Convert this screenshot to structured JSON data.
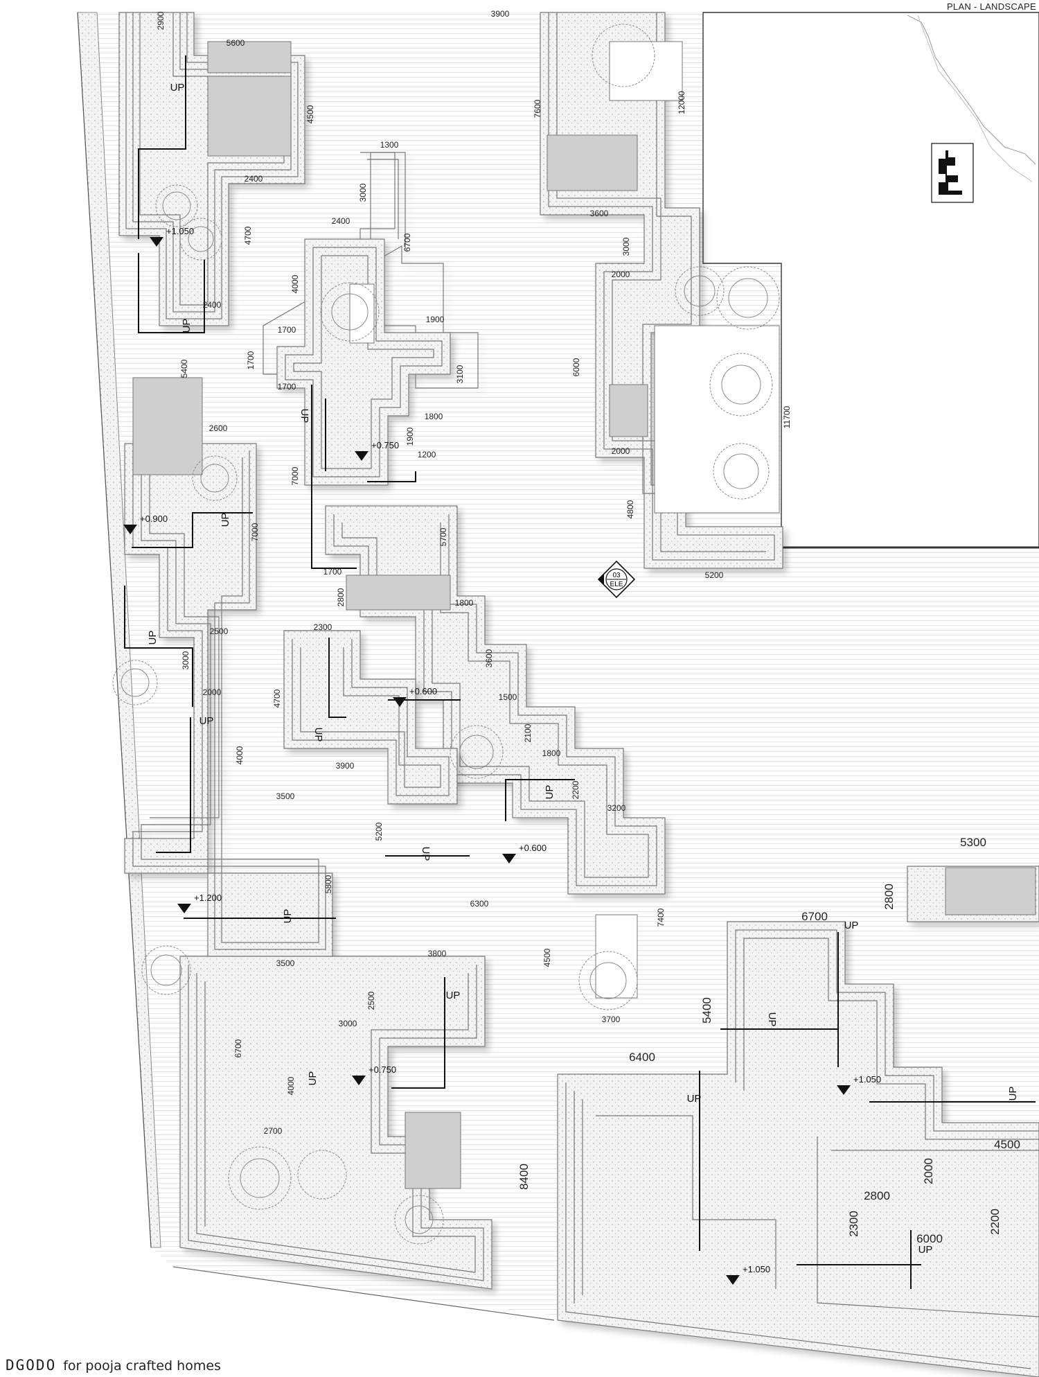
{
  "sheet": {
    "title": "PLAN - LANDSCAPE"
  },
  "footer": {
    "logo": "DGODO",
    "credit": "for  pooja crafted homes"
  },
  "elevation_marker": {
    "number": "03",
    "label": "ELE"
  },
  "dimensions": [
    {
      "id": "d1",
      "text": "3900"
    },
    {
      "id": "d2",
      "text": "2900"
    },
    {
      "id": "d3",
      "text": "5600"
    },
    {
      "id": "d4",
      "text": "4500"
    },
    {
      "id": "d5",
      "text": "2400"
    },
    {
      "id": "d6",
      "text": "4700"
    },
    {
      "id": "d7",
      "text": "2400"
    },
    {
      "id": "d8",
      "text": "5400"
    },
    {
      "id": "d9",
      "text": "2600"
    },
    {
      "id": "d10",
      "text": "7000"
    },
    {
      "id": "d11",
      "text": "2500"
    },
    {
      "id": "d12",
      "text": "3000"
    },
    {
      "id": "d13",
      "text": "2000"
    },
    {
      "id": "d14",
      "text": "4000"
    },
    {
      "id": "d15",
      "text": "3500"
    },
    {
      "id": "d16",
      "text": "5800"
    },
    {
      "id": "d17",
      "text": "3500"
    },
    {
      "id": "d18",
      "text": "6700"
    },
    {
      "id": "d19",
      "text": "2700"
    },
    {
      "id": "d20",
      "text": "1300"
    },
    {
      "id": "d21",
      "text": "3000"
    },
    {
      "id": "d22",
      "text": "2400"
    },
    {
      "id": "d23",
      "text": "6700"
    },
    {
      "id": "d24",
      "text": "4000"
    },
    {
      "id": "d25",
      "text": "1900"
    },
    {
      "id": "d26",
      "text": "1700"
    },
    {
      "id": "d27",
      "text": "1700"
    },
    {
      "id": "d28",
      "text": "1700"
    },
    {
      "id": "d29",
      "text": "3100"
    },
    {
      "id": "d30",
      "text": "1800"
    },
    {
      "id": "d31",
      "text": "1900"
    },
    {
      "id": "d32",
      "text": "1200"
    },
    {
      "id": "d33",
      "text": "7000"
    },
    {
      "id": "d34",
      "text": "5700"
    },
    {
      "id": "d35",
      "text": "1700"
    },
    {
      "id": "d36",
      "text": "2800"
    },
    {
      "id": "d37",
      "text": "1800"
    },
    {
      "id": "d38",
      "text": "2300"
    },
    {
      "id": "d39",
      "text": "4700"
    },
    {
      "id": "d40",
      "text": "3600"
    },
    {
      "id": "d41",
      "text": "1500"
    },
    {
      "id": "d42",
      "text": "2100"
    },
    {
      "id": "d43",
      "text": "1800"
    },
    {
      "id": "d44",
      "text": "3900"
    },
    {
      "id": "d45",
      "text": "2200"
    },
    {
      "id": "d46",
      "text": "5200"
    },
    {
      "id": "d47",
      "text": "3200"
    },
    {
      "id": "d48",
      "text": "6300"
    },
    {
      "id": "d49",
      "text": "7400"
    },
    {
      "id": "d50",
      "text": "4500"
    },
    {
      "id": "d51",
      "text": "3700"
    },
    {
      "id": "d52",
      "text": "3800"
    },
    {
      "id": "d53",
      "text": "2500"
    },
    {
      "id": "d54",
      "text": "3000"
    },
    {
      "id": "d55",
      "text": "4000"
    },
    {
      "id": "d56",
      "text": "7600"
    },
    {
      "id": "d57",
      "text": "12000"
    },
    {
      "id": "d58",
      "text": "3600"
    },
    {
      "id": "d59",
      "text": "3000"
    },
    {
      "id": "d60",
      "text": "2000"
    },
    {
      "id": "d61",
      "text": "6000"
    },
    {
      "id": "d62",
      "text": "2000"
    },
    {
      "id": "d63",
      "text": "11700"
    },
    {
      "id": "d64",
      "text": "4800"
    },
    {
      "id": "d65",
      "text": "5200"
    },
    {
      "id": "d66",
      "text": "5300"
    },
    {
      "id": "d67",
      "text": "2800"
    },
    {
      "id": "d68",
      "text": "6700"
    },
    {
      "id": "d69",
      "text": "5400"
    },
    {
      "id": "d70",
      "text": "6400"
    },
    {
      "id": "d71",
      "text": "8400"
    },
    {
      "id": "d72",
      "text": "4500"
    },
    {
      "id": "d73",
      "text": "2000"
    },
    {
      "id": "d74",
      "text": "2800"
    },
    {
      "id": "d75",
      "text": "2300"
    },
    {
      "id": "d76",
      "text": "6000"
    },
    {
      "id": "d77",
      "text": "2200"
    }
  ],
  "levels": [
    {
      "id": "l1",
      "text": "+1.050"
    },
    {
      "id": "l2",
      "text": "+0.900"
    },
    {
      "id": "l3",
      "text": "+1.200"
    },
    {
      "id": "l4",
      "text": "+0.750"
    },
    {
      "id": "l5",
      "text": "+0.600"
    },
    {
      "id": "l6",
      "text": "+0.600"
    },
    {
      "id": "l7",
      "text": "+0.750"
    },
    {
      "id": "l8",
      "text": "+1.050"
    },
    {
      "id": "l9",
      "text": "+1.050"
    }
  ],
  "stair_labels": [
    {
      "id": "u1",
      "text": "UP"
    },
    {
      "id": "u2",
      "text": "UP"
    },
    {
      "id": "u3",
      "text": "UP"
    },
    {
      "id": "u4",
      "text": "UP"
    },
    {
      "id": "u5",
      "text": "UP"
    },
    {
      "id": "u6",
      "text": "UP"
    },
    {
      "id": "u7",
      "text": "UP"
    },
    {
      "id": "u8",
      "text": "UP"
    },
    {
      "id": "u9",
      "text": "UP"
    },
    {
      "id": "u10",
      "text": "UP"
    },
    {
      "id": "u11",
      "text": "UP"
    },
    {
      "id": "u12",
      "text": "UP"
    },
    {
      "id": "u13",
      "text": "UP"
    },
    {
      "id": "u14",
      "text": "UP"
    },
    {
      "id": "u15",
      "text": "UP"
    },
    {
      "id": "u16",
      "text": "UP"
    },
    {
      "id": "u17",
      "text": "UP"
    }
  ]
}
